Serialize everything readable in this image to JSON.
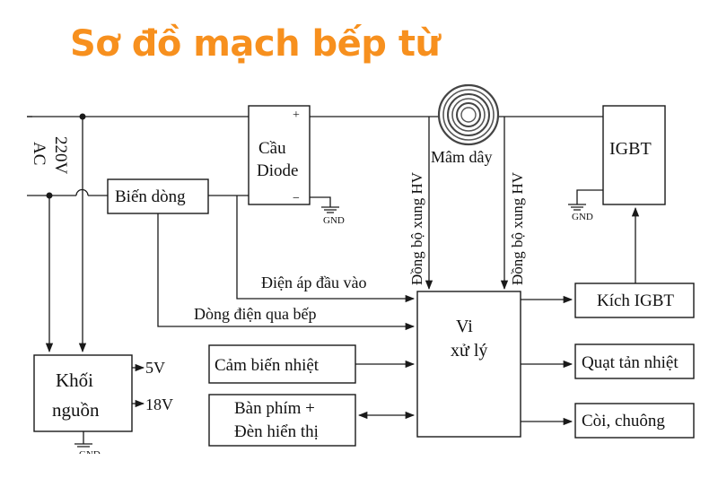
{
  "title": "Sơ đồ mạch bếp từ",
  "colors": {
    "title": "#f7901e",
    "line": "#1a1a1a"
  },
  "input": {
    "voltage": "220V",
    "type": "AC"
  },
  "bridge": {
    "line1": "Cầu",
    "line2": "Diode",
    "plus": "+",
    "minus": "−"
  },
  "gnd": "GND",
  "coil": "Mâm dây",
  "igbt": "IGBT",
  "current_transformer": "Biến dòng",
  "sync_left": "Đồng bộ xung HV",
  "sync_right": "Đồng bộ xung HV",
  "input_voltage_signal": "Điện áp đầu vào",
  "current_signal": "Dòng điện qua bếp",
  "mcu": {
    "line1": "Vi",
    "line2": "xử lý"
  },
  "power_supply": {
    "line1": "Khối",
    "line2": "nguồn",
    "out1": "5V",
    "out2": "18V"
  },
  "temp_sensor": "Cảm biến nhiệt",
  "keypad": {
    "line1": "Bàn phím +",
    "line2": "Đèn hiển thị"
  },
  "igbt_driver": "Kích IGBT",
  "fan": "Quạt tản nhiệt",
  "buzzer": "Còi, chuông"
}
